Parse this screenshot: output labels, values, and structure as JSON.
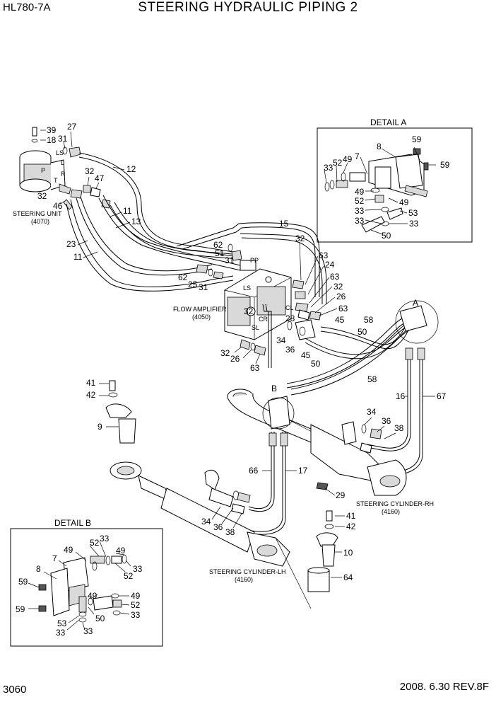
{
  "header": {
    "model": "HL780-7A",
    "title": "STEERING HYDRAULIC PIPING 2"
  },
  "footer": {
    "page_number": "3060",
    "revision": "2008. 6.30  REV.8F"
  },
  "components": {
    "steering_unit": {
      "name": "STEERING UNIT",
      "code": "(4070)"
    },
    "flow_amplifier": {
      "name": "FLOW AMPLIFIER",
      "code": "(4050)"
    },
    "cylinder_rh": {
      "name": "STEERING CYLINDER-RH",
      "code": "(4160)"
    },
    "cylinder_lh": {
      "name": "STEERING CYLINDER-LH",
      "code": "(4160)"
    }
  },
  "details": {
    "detail_a": {
      "title": "DETAIL A",
      "callout": "A"
    },
    "detail_b": {
      "title": "DETAIL B",
      "callout": "B"
    }
  },
  "port_marks": {
    "ls": "LS",
    "l": "L",
    "p": "P",
    "r": "R",
    "t": "T",
    "pp": "PP",
    "cr": "CR",
    "cl": "CL",
    "sl": "SL"
  },
  "callouts": {
    "su_39": "39",
    "su_18": "18",
    "su_31": "31",
    "su_27": "27",
    "su_12": "12",
    "su_32a": "32",
    "su_47": "47",
    "su_32b": "32",
    "su_46": "46",
    "p_11a": "11",
    "p_13": "13",
    "p_23": "23",
    "p_11b": "11",
    "p_15": "15",
    "fa_62a": "62",
    "fa_51": "51",
    "fa_31a": "31",
    "fa_62b": "62",
    "fa_25": "25",
    "fa_31b": "31",
    "fa_32a": "32",
    "fa_63a": "63",
    "fa_24": "24",
    "fa_63b": "63",
    "fa_32b": "32",
    "fa_26a": "26",
    "fa_63c": "63",
    "fa_32c": "32",
    "fa_28": "28",
    "fa_45a": "45",
    "fa_34": "34",
    "fa_36": "36",
    "fa_45b": "45",
    "fa_58a": "58",
    "fa_50a": "50",
    "fa_50b": "50",
    "fa_58b": "58",
    "fa_32d": "32",
    "fa_26b": "26",
    "fa_63d": "63",
    "c_41a": "41",
    "c_42a": "42",
    "c_9": "9",
    "c_16": "16",
    "c_67": "67",
    "c_34a": "34",
    "c_36a": "36",
    "c_38a": "38",
    "c_66": "66",
    "c_17": "17",
    "c_29": "29",
    "c_34b": "34",
    "c_36b": "36",
    "c_38b": "38",
    "c_41b": "41",
    "c_42b": "42",
    "c_10": "10",
    "c_64": "64",
    "da_59a": "59",
    "da_8": "8",
    "da_7": "7",
    "da_52a": "52",
    "da_49a": "49",
    "da_59b": "59",
    "da_33a": "33",
    "da_49b": "49",
    "da_52b": "52",
    "da_49c": "49",
    "da_33b": "33",
    "da_53": "53",
    "da_33c": "33",
    "da_33d": "33",
    "da_50": "50",
    "db_52a": "52",
    "db_33a": "33",
    "db_7": "7",
    "db_49a": "49",
    "db_8": "8",
    "db_49b": "49",
    "db_52b": "52",
    "db_33b": "33",
    "db_59a": "59",
    "db_49c": "49",
    "db_52c": "52",
    "db_59b": "59",
    "db_50": "50",
    "db_33c": "33",
    "db_53": "53",
    "db_33d": "33",
    "db_33e": "33"
  }
}
